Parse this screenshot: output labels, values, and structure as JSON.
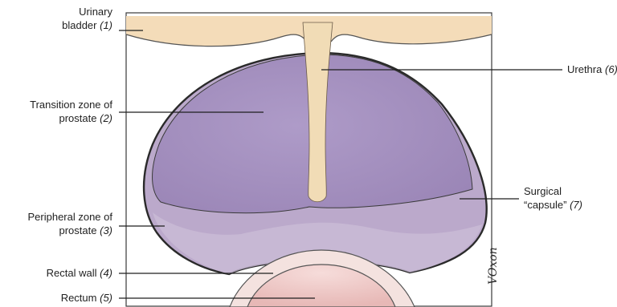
{
  "labels": {
    "bladder": {
      "line1": "Urinary",
      "line2": "bladder",
      "num": "(1)"
    },
    "transition": {
      "line1": "Transition zone of",
      "line2": "prostate",
      "num": "(2)"
    },
    "peripheral": {
      "line1": "Peripheral zone of",
      "line2": "prostate",
      "num": "(3)"
    },
    "rectal_wall": {
      "text": "Rectal wall",
      "num": "(4)"
    },
    "rectum": {
      "text": "Rectum",
      "num": "(5)"
    },
    "urethra": {
      "text": "Urethra",
      "num": "(6)"
    },
    "capsule": {
      "line1": "Surgical",
      "line2": "“capsule”",
      "num": "(7)"
    }
  },
  "signature": "VOxon",
  "colors": {
    "bladder_fill": "#f4dcb9",
    "prostate_fill": "#b9a6c9",
    "transition_fill": "#a490bf",
    "rectum_fill": "#ecc7c5",
    "outline": "#2a2a2a"
  }
}
